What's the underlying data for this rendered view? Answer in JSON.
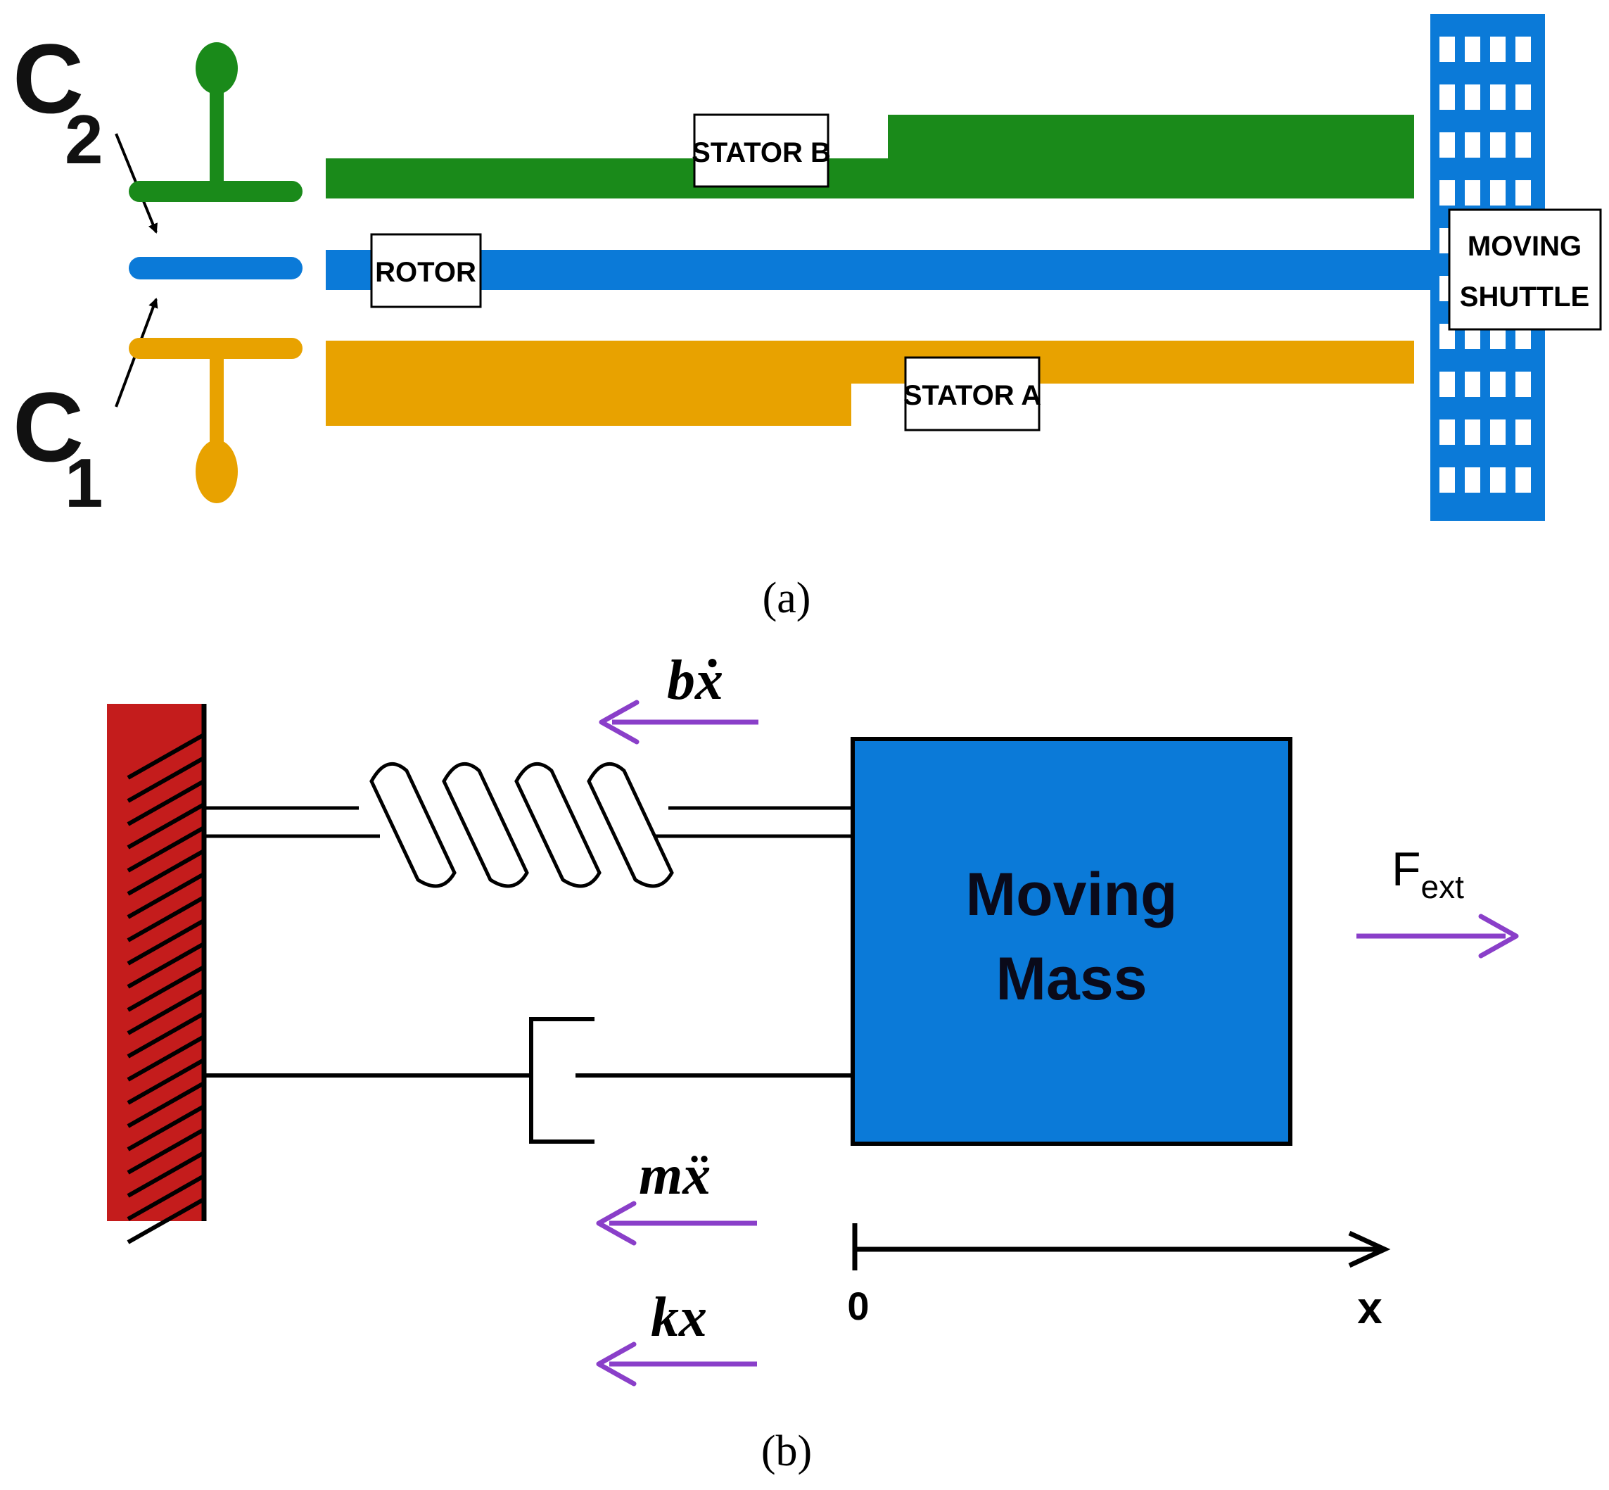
{
  "panel_a": {
    "caption": "(a)",
    "cap2_letter": "C",
    "cap2_sub": "2",
    "cap1_letter": "C",
    "cap1_sub": "1",
    "stator_b_label": "STATOR B",
    "stator_a_label": "STATOR A",
    "rotor_label": "ROTOR",
    "shuttle_label_line1": "MOVING",
    "shuttle_label_line2": "SHUTTLE",
    "colors": {
      "stator_b": "#1a8a1a",
      "rotor": "#0b7ad8",
      "stator_a": "#e8a200",
      "shuttle": "#0b7ad8"
    }
  },
  "panel_b": {
    "caption": "(b)",
    "mass_line1": "Moving",
    "mass_line2": "Mass",
    "damping_force_b": "b",
    "damping_force_x": "ẋ",
    "inertia_force_m": "m",
    "inertia_force_x": "ẍ",
    "spring_force_k": "k",
    "spring_force_x": "x",
    "external_force_F": "F",
    "external_force_sub": "ext",
    "axis_origin": "0",
    "axis_label": "x",
    "colors": {
      "wall": "#c41c1c",
      "mass": "#0b7ad8",
      "arrow": "#8a3fc9"
    }
  }
}
